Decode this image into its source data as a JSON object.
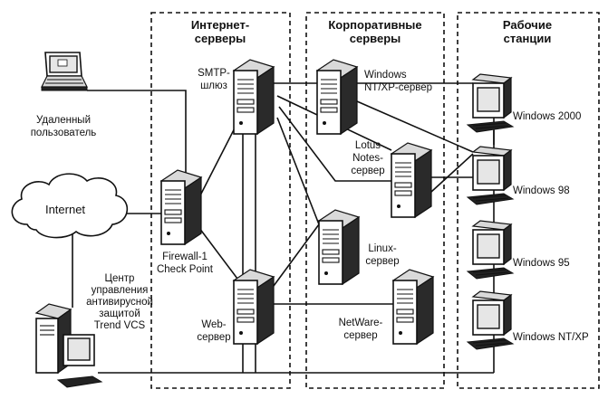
{
  "zones": {
    "internet": {
      "title_line1": "Интернет-",
      "title_line2": "серверы"
    },
    "corporate": {
      "title_line1": "Корпоративные",
      "title_line2": "серверы"
    },
    "workstations": {
      "title_line1": "Рабочие",
      "title_line2": "станции"
    }
  },
  "nodes": {
    "remote_user": {
      "line1": "Удаленный",
      "line2": "пользователь"
    },
    "internet_cloud": {
      "label": "Internet"
    },
    "firewall": {
      "line1": "Firewall-1",
      "line2": "Check Point"
    },
    "antivirus_center": {
      "line1": "Центр",
      "line2": "управления",
      "line3": "антивирусной",
      "line4": "защитой",
      "line5": "Trend VCS"
    },
    "smtp": {
      "line1": "SMTP-",
      "line2": "шлюз"
    },
    "web": {
      "line1": "Web-",
      "line2": "сервер"
    },
    "windows_server": {
      "line1": "Windows",
      "line2": "NT/XP-сервер"
    },
    "lotus": {
      "line1": "Lotus",
      "line2": "Notes-",
      "line3": "сервер"
    },
    "linux": {
      "line1": "Linux-",
      "line2": "сервер"
    },
    "netware": {
      "line1": "NetWare-",
      "line2": "сервер"
    },
    "ws_2000": {
      "label": "Windows 2000"
    },
    "ws_98": {
      "label": "Windows 98"
    },
    "ws_95": {
      "label": "Windows 95"
    },
    "ws_nt": {
      "label": "Windows NT/XP"
    }
  }
}
